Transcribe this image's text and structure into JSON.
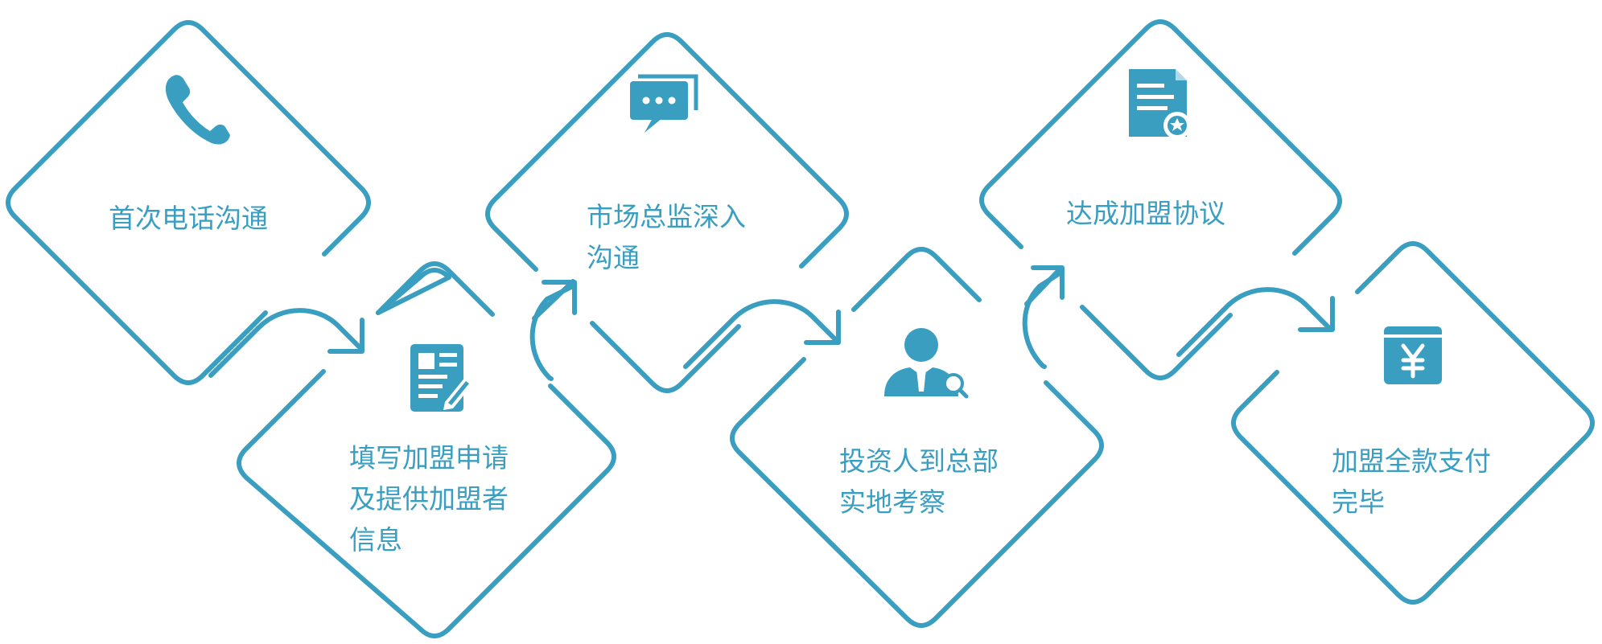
{
  "colors": {
    "accent": "#3a9ec1",
    "text": "#3a9ec1",
    "background": "#ffffff"
  },
  "steps": [
    {
      "icon": "phone-icon",
      "lines": [
        "首次电话沟通"
      ]
    },
    {
      "icon": "application-form-icon",
      "lines": [
        "填写加盟申请",
        "及提供加盟者",
        "信息"
      ]
    },
    {
      "icon": "chat-bubbles-icon",
      "lines": [
        "市场总监深入",
        "沟通"
      ]
    },
    {
      "icon": "investor-search-icon",
      "lines": [
        "投资人到总部",
        "实地考察"
      ]
    },
    {
      "icon": "agreement-document-icon",
      "lines": [
        "达成加盟协议"
      ]
    },
    {
      "icon": "yuan-payment-icon",
      "lines": [
        "加盟全款支付",
        "完毕"
      ]
    }
  ]
}
